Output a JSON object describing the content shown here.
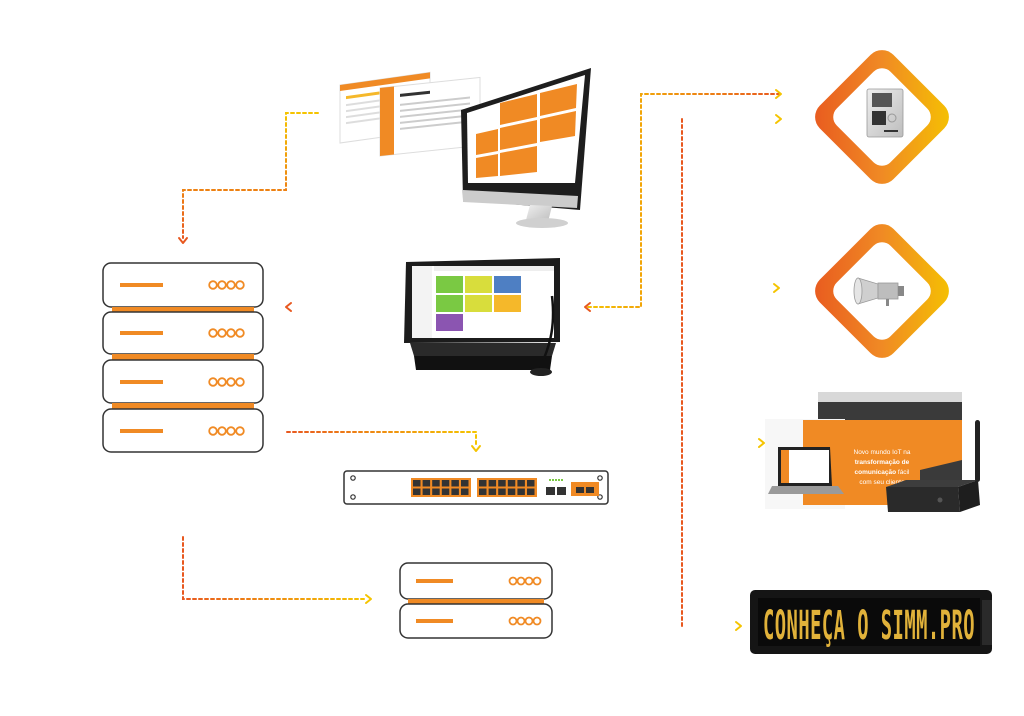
{
  "colors": {
    "orange": "#F08A24",
    "dark_orange": "#E8581F",
    "yellow": "#F5C400",
    "outline": "#333333",
    "screen_bg": "#2e2e2e",
    "led_text": "#E1B23A",
    "grid_green": "#7AC943",
    "grid_yellow": "#D8DD3C",
    "grid_blue": "#4E7FC3",
    "grid_purple": "#8B55B1",
    "grid_gold": "#F5B82A"
  },
  "icons": {
    "server": "server-rack-icon",
    "switch": "network-switch-icon",
    "intercom": "intercom-icon",
    "horn": "horn-speaker-icon",
    "player": "media-player-icon",
    "led": "led-display-icon",
    "touchscreen": "touchscreen-terminal-icon",
    "monitor": "desktop-monitor-icon"
  },
  "led_panel": {
    "text": "CONHEÇA O SIMM.PRO"
  },
  "promo_card": {
    "line1": "Novo mundo IoT na",
    "line2": "transformação de",
    "line3": "comunicação ",
    "line3_tail": "fácil",
    "line4": "com seu cliente"
  }
}
